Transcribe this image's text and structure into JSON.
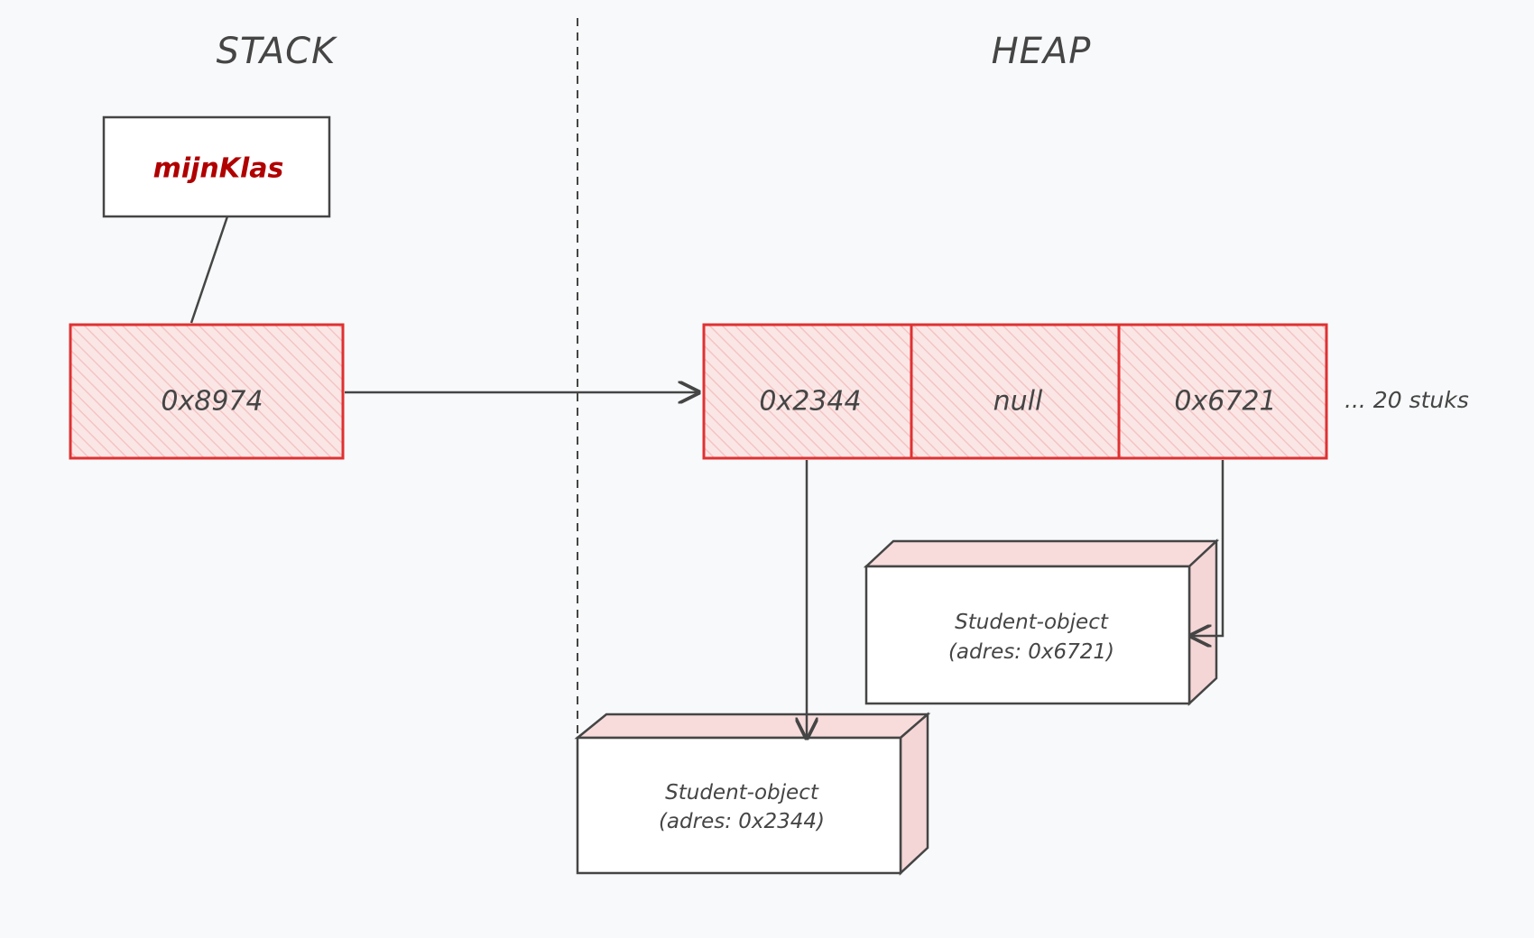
{
  "stack": {
    "header": "STACK",
    "variable_name": "mijnKlas",
    "reference_value": "0x8974"
  },
  "heap": {
    "header": "HEAP",
    "array_cells": [
      "0x2344",
      "null",
      "0x6721"
    ],
    "array_suffix": "... 20 stuks",
    "objects": [
      {
        "line1": "Student-object",
        "line2": "(adres: 0x6721)"
      },
      {
        "line1": "Student-object",
        "line2": "(adres: 0x2344)"
      }
    ]
  },
  "colors": {
    "background": "#f8f9fa",
    "ink": "#454545",
    "accent_red": "#e03131",
    "name_red": "#b00000",
    "hatch_fill": "#f7d3d3",
    "box_side_fill": "#f4d6d6"
  }
}
